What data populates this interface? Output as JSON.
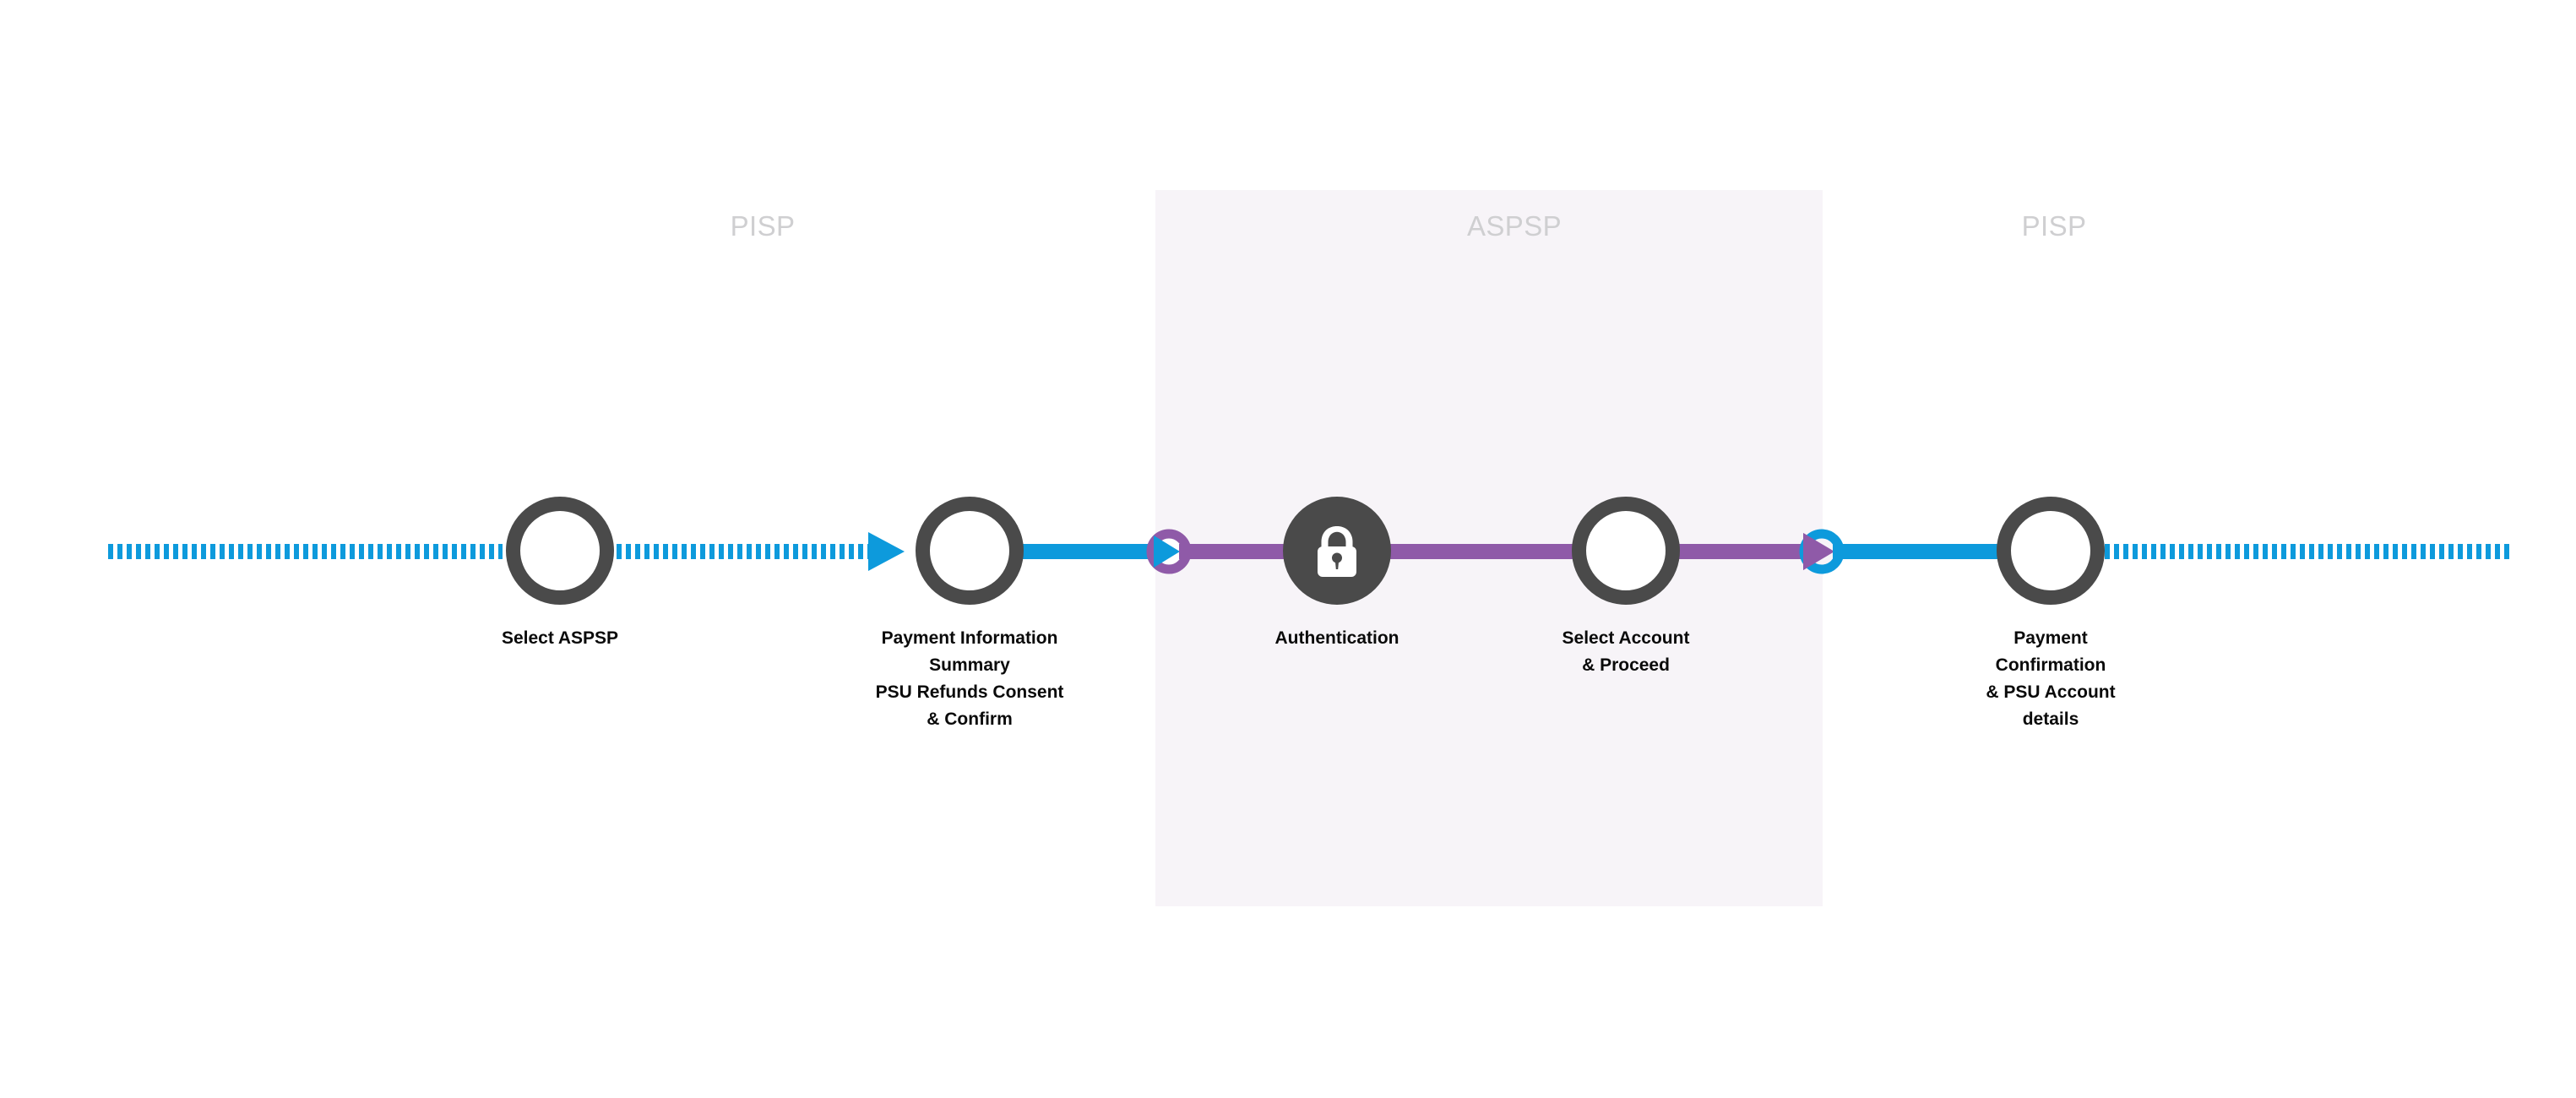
{
  "diagram": {
    "title": "PISP ASPSP payment initiation flow",
    "background": "#ffffff",
    "colors": {
      "blue": "#0d9adc",
      "purple": "#8f5aa8",
      "node_ring": "#4a4a4a",
      "node_fill": "#ffffff",
      "panel_fill": "#f7f4f8",
      "zone_label": "#cfcfd1",
      "step_label": "#0a0a0a"
    }
  },
  "zones": [
    {
      "id": "zone-pisp-left",
      "label": "PISP",
      "shaded": false
    },
    {
      "id": "zone-aspsp",
      "label": "ASPSP",
      "shaded": true
    },
    {
      "id": "zone-pisp-right",
      "label": "PISP",
      "shaded": false
    }
  ],
  "steps": [
    {
      "id": "select-aspsp",
      "label": "Select ASPSP",
      "icon": "circle-outline-icon",
      "zone": "PISP"
    },
    {
      "id": "payment-information-summary",
      "label": "Payment Information\nSummary\nPSU Refunds Consent\n& Confirm",
      "icon": "circle-outline-icon",
      "zone": "PISP"
    },
    {
      "id": "authentication",
      "label": "Authentication",
      "icon": "lock-icon",
      "zone": "ASPSP"
    },
    {
      "id": "select-account-proceed",
      "label": "Select Account\n& Proceed",
      "icon": "circle-outline-icon",
      "zone": "ASPSP"
    },
    {
      "id": "payment-confirmation",
      "label": "Payment\nConfirmation\n& PSU Account\ndetails",
      "icon": "circle-outline-icon",
      "zone": "PISP"
    }
  ],
  "connectors": [
    {
      "id": "entry-dashed",
      "style": "dashed",
      "color": "#0d9adc",
      "arrow": false
    },
    {
      "id": "dashed-to-summary",
      "style": "dashed",
      "color": "#0d9adc",
      "arrow": true
    },
    {
      "id": "summary-to-handoff",
      "style": "solid",
      "color": "#0d9adc",
      "arrow": true
    },
    {
      "id": "handoff-to-auth",
      "style": "solid",
      "color": "#8f5aa8",
      "arrow": false
    },
    {
      "id": "auth-to-select-account",
      "style": "solid",
      "color": "#8f5aa8",
      "arrow": false
    },
    {
      "id": "select-account-to-return",
      "style": "solid",
      "color": "#8f5aa8",
      "arrow": true
    },
    {
      "id": "return-to-confirmation",
      "style": "solid",
      "color": "#0d9adc",
      "arrow": false
    },
    {
      "id": "exit-dashed",
      "style": "dashed",
      "color": "#0d9adc",
      "arrow": false
    }
  ],
  "handoff_rings": [
    {
      "id": "handoff-into-aspsp",
      "color": "#8f5aa8",
      "incoming_arrow_color": "#0d9adc"
    },
    {
      "id": "handoff-out-of-aspsp",
      "color": "#0d9adc",
      "incoming_arrow_color": "#8f5aa8"
    }
  ]
}
